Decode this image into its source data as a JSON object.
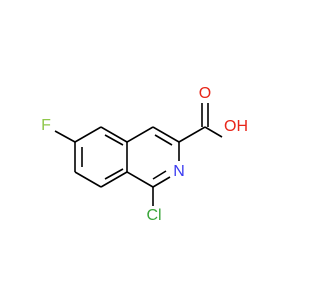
{
  "molecule": {
    "atoms": [
      {
        "id": "F",
        "symbol": "F",
        "color": "#8fc74a"
      },
      {
        "id": "Cl",
        "symbol": "Cl",
        "color": "#3aa53a"
      },
      {
        "id": "N",
        "symbol": "N",
        "color": "#3a3af0"
      },
      {
        "id": "O_carbonyl",
        "symbol": "O",
        "color": "#e8261a"
      },
      {
        "id": "OH",
        "symbol": "OH",
        "color": "#e8261a"
      }
    ]
  }
}
